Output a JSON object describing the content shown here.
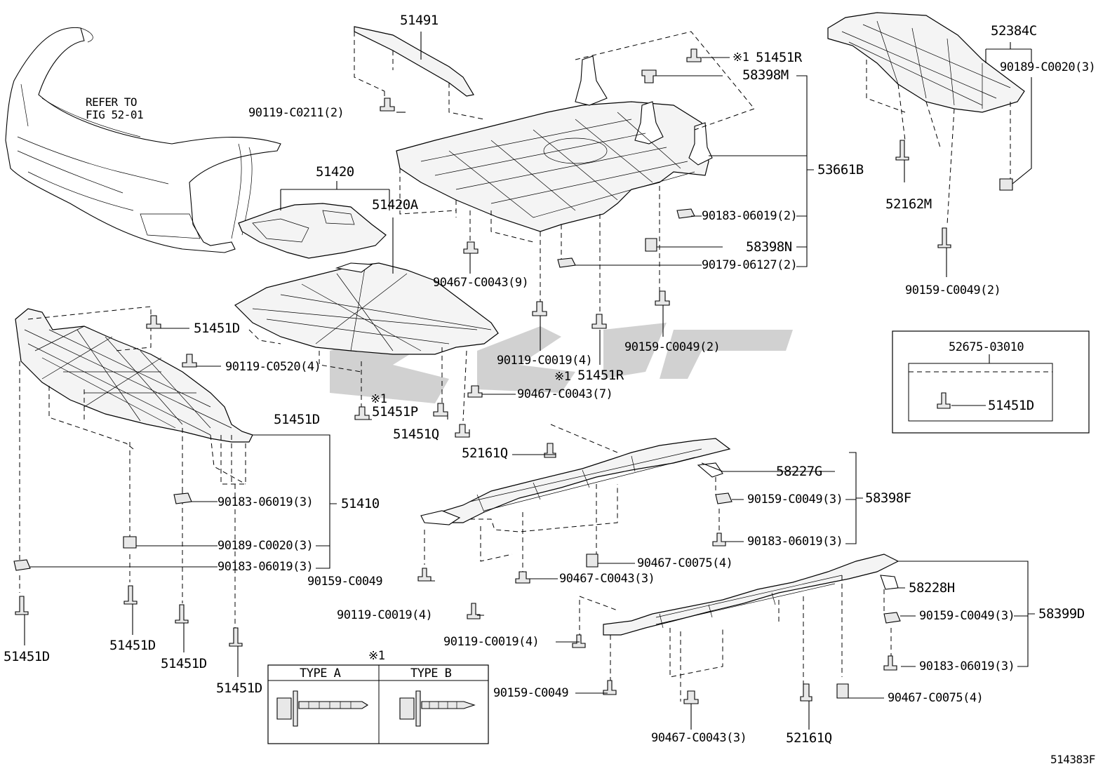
{
  "diagram": {
    "code": "514383F",
    "refer_note": [
      "REFER TO",
      "FIG 52-01"
    ],
    "note_mark": "※1",
    "labels": {
      "p51491": "51491",
      "p90119_c0211": "90119-C0211(2)",
      "p51451r_top": "51451R",
      "p58398m": "58398M",
      "p53661b": "53661B",
      "p90183_06019_2": "90183-06019(2)",
      "p58398n": "58398N",
      "p90179_06127": "90179-06127(2)",
      "p52384c": "52384C",
      "p90189_c0020_3a": "90189-C0020(3)",
      "p52162m": "52162M",
      "p90159_c0049_2a": "90159-C0049(2)",
      "p51420": "51420",
      "p51420a": "51420A",
      "p90467_c0043_9": "90467-C0043(9)",
      "p90119_c0019_4a": "90119-C0019(4)",
      "p51451r_mid": "51451R",
      "p90159_c0049_2b": "90159-C0049(2)",
      "p51451d_a": "51451D",
      "p90119_c0520": "90119-C0520(4)",
      "p51451p": "51451P",
      "p51451d_b": "51451D",
      "p90467_c0043_7": "90467-C0043(7)",
      "p51451q": "51451Q",
      "p52161q_a": "52161Q",
      "p51410": "51410",
      "p90183_06019_3a": "90183-06019(3)",
      "p90189_c0020_3b": "90189-C0020(3)",
      "p90183_06019_3b": "90183-06019(3)",
      "p51451d_c": "51451D",
      "p51451d_d": "51451D",
      "p51451d_e": "51451D",
      "p51451d_f": "51451D",
      "p58227g": "58227G",
      "p58398f": "58398F",
      "p90159_c0049_3a": "90159-C0049(3)",
      "p90183_06019_3c": "90183-06019(3)",
      "p90467_c0075_4a": "90467-C0075(4)",
      "p90159_c0049_a": "90159-C0049",
      "p90467_c0043_3a": "90467-C0043(3)",
      "p90119_c0019_4b": "90119-C0019(4)",
      "p90119_c0019_4c": "90119-C0019(4)",
      "p58228h": "58228H",
      "p58399d": "58399D",
      "p90159_c0049_3b": "90159-C0049(3)",
      "p90183_06019_3d": "90183-06019(3)",
      "p90159_c0049_b": "90159-C0049",
      "p90467_c0075_4b": "90467-C0075(4)",
      "p90467_c0043_3b": "90467-C0043(3)",
      "p52161q_b": "52161Q"
    },
    "inset": {
      "part_no": "52675-03010",
      "fastener": "51451D"
    },
    "type_table": {
      "type_a": "TYPE A",
      "type_b": "TYPE B"
    }
  }
}
